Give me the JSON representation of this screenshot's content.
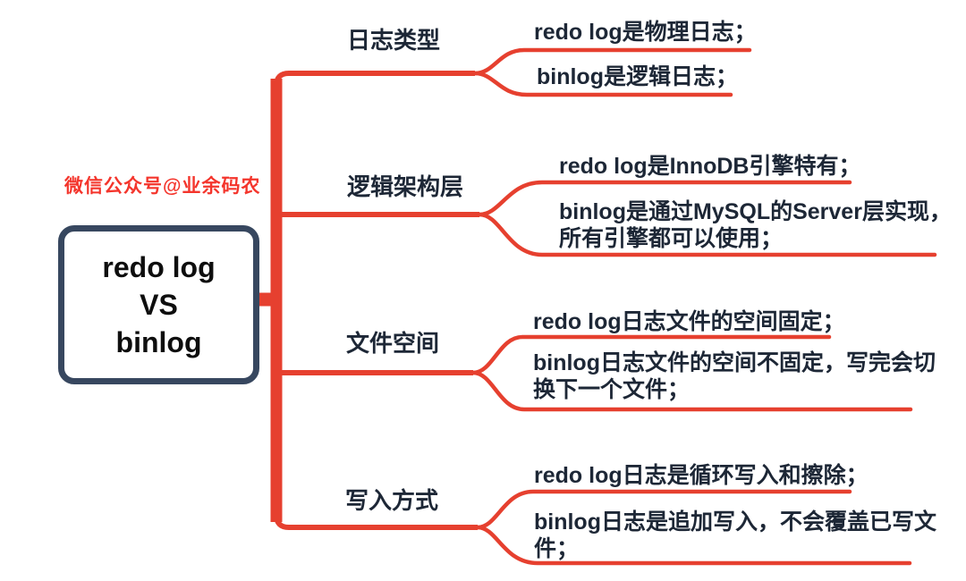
{
  "watermark": "微信公众号@业余码农",
  "center": {
    "lines": [
      "redo log",
      "VS",
      "binlog"
    ]
  },
  "branches": [
    {
      "label": "日志类型",
      "leaves": [
        {
          "lines": [
            "redo log是物理日志；"
          ]
        },
        {
          "lines": [
            "binlog是逻辑日志；"
          ]
        }
      ]
    },
    {
      "label": "逻辑架构层",
      "leaves": [
        {
          "lines": [
            "redo log是InnoDB引擎特有；"
          ]
        },
        {
          "lines": [
            "binlog是通过MySQL的Server层实现，",
            "所有引擎都可以使用；"
          ]
        }
      ]
    },
    {
      "label": "文件空间",
      "leaves": [
        {
          "lines": [
            "redo log日志文件的空间固定；"
          ]
        },
        {
          "lines": [
            "binlog日志文件的空间不固定，写完会切",
            "换下一个文件；"
          ]
        }
      ]
    },
    {
      "label": "写入方式",
      "leaves": [
        {
          "lines": [
            "redo log日志是循环写入和擦除；"
          ]
        },
        {
          "lines": [
            "binlog日志是追加写入，不会覆盖已写文",
            "件；"
          ]
        }
      ]
    }
  ],
  "colors": {
    "line_red": "#e6402f",
    "watermark_red": "#f4352c",
    "node_border_navy": "#37475f",
    "text_dark": "#1d2736"
  }
}
